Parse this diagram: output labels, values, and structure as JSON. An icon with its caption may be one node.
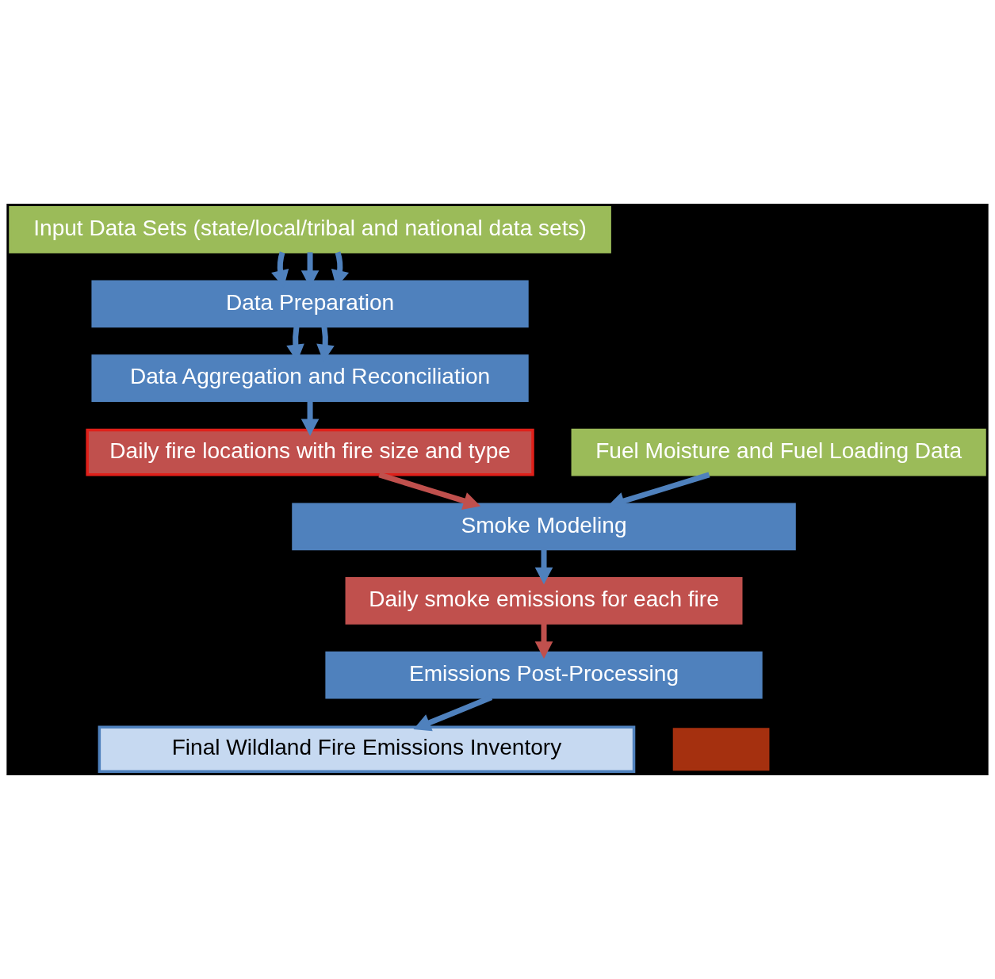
{
  "diagram": {
    "nodes": [
      {
        "text": [
          "Input Data Sets (state/local/tribal and national data sets)"
        ]
      },
      {
        "text": [
          "Data Preparation"
        ]
      },
      {
        "text": [
          "Data Aggregation and Reconciliation"
        ]
      },
      {
        "text": [
          "Daily fire locations with fire size and type"
        ]
      },
      {
        "text": [
          "Fuel Moisture and Fuel Loading Data"
        ]
      },
      {
        "text": [
          "Smoke Modeling"
        ]
      },
      {
        "text": [
          "Daily smoke emissions for each fire"
        ]
      },
      {
        "text": [
          "Emissions Post-Processing"
        ]
      },
      {
        "text": [
          "Final Wildland Fire Emissions Inventory"
        ]
      },
      {
        "text": [],
        "shape": "box"
      }
    ],
    "edges": [
      {
        "from": 0,
        "to": 1,
        "arrow": "to"
      },
      {
        "from": 0,
        "to": 1,
        "arrow": "to"
      },
      {
        "from": 0,
        "to": 1,
        "arrow": "to"
      },
      {
        "from": 1,
        "to": 2,
        "arrow": "to"
      },
      {
        "from": 1,
        "to": 2,
        "arrow": "to"
      },
      {
        "from": 2,
        "to": 3,
        "arrow": "to"
      },
      {
        "from": 3,
        "to": 5,
        "arrow": "to",
        "color": "#c0504d"
      },
      {
        "from": 4,
        "to": 5,
        "arrow": "to"
      },
      {
        "from": 5,
        "to": 6,
        "arrow": "to"
      },
      {
        "from": 6,
        "to": 7,
        "arrow": "to",
        "color": "#c0504d"
      },
      {
        "from": 7,
        "to": 8,
        "arrow": "to"
      }
    ]
  }
}
